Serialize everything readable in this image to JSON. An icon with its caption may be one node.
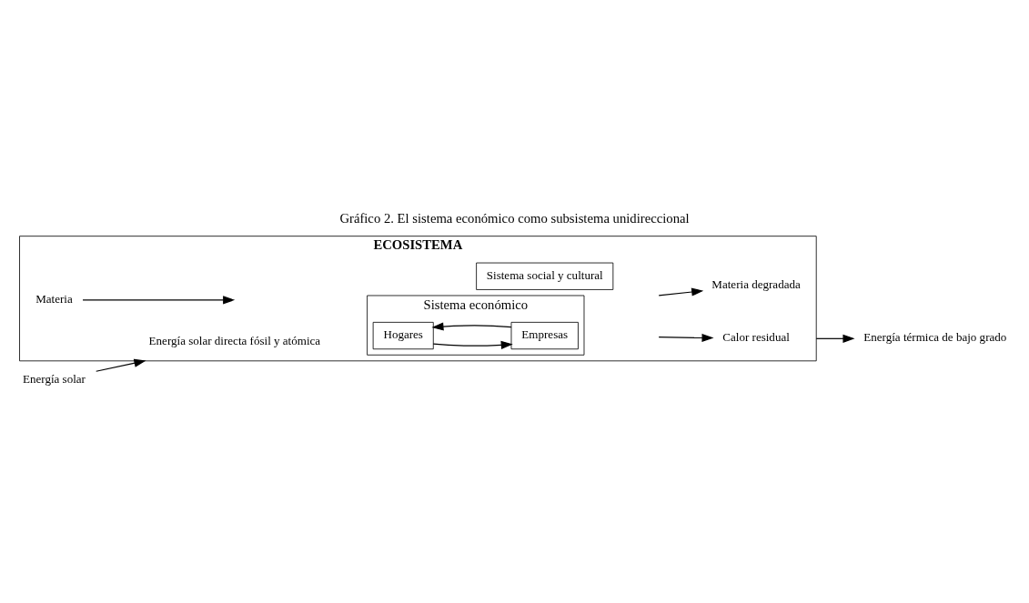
{
  "diagram": {
    "title": "Gráfico 2. El sistema económico como subsistema unidireccional",
    "nodes": [
      {
        "text": [
          "ECOSISTEMA"
        ]
      },
      {
        "text": [
          "Sistema económico"
        ],
        "in": 0
      },
      {
        "text": [
          "Hogares"
        ],
        "in": 1
      },
      {
        "text": [
          "Empresas"
        ],
        "in": 1
      },
      {
        "text": [
          "Sistema social y cultural"
        ],
        "in": 0
      },
      {
        "text": [
          "Energía solar"
        ]
      },
      {
        "text": [
          "Energía solar directa fósil y atómica"
        ],
        "in": 0
      },
      {
        "text": [
          "Materia"
        ],
        "in": 0
      },
      {
        "text": [
          "Calor residual"
        ],
        "in": 0
      },
      {
        "text": [
          "Materia degradada"
        ],
        "in": 0
      },
      {
        "text": [
          "Energía térmica de bajo grado"
        ]
      }
    ],
    "edges": [
      {
        "from": 3,
        "to": 2,
        "arrow": "to"
      },
      {
        "from": 2,
        "to": 3,
        "arrow": "to"
      },
      {
        "from": 5,
        "to": 0,
        "arrow": "to"
      },
      {
        "from": 7,
        "to": null,
        "arrow": "to"
      },
      {
        "from": null,
        "to": 8,
        "arrow": "to"
      },
      {
        "from": null,
        "to": 9,
        "arrow": "to"
      },
      {
        "from": 0,
        "to": 10,
        "arrow": "to"
      }
    ]
  }
}
